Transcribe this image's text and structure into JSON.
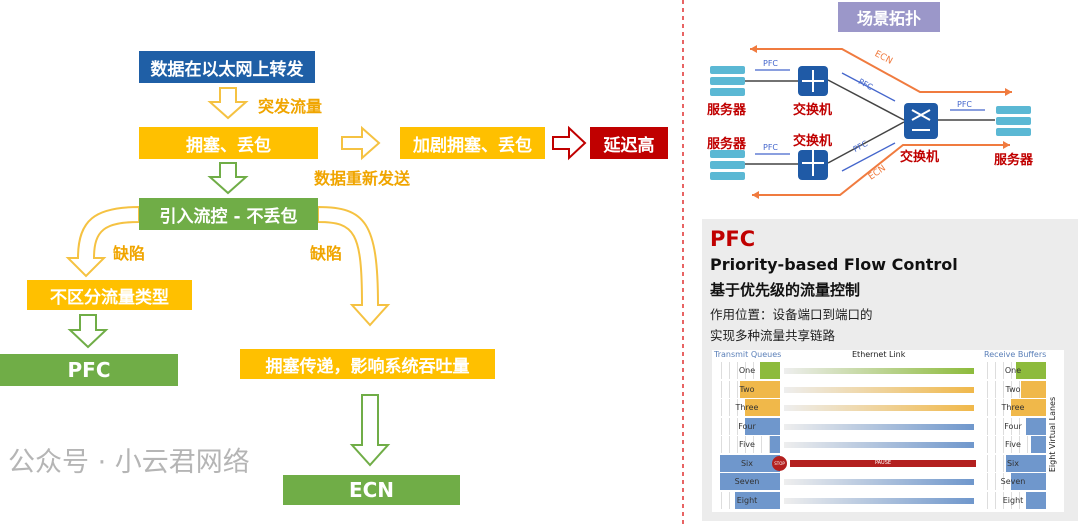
{
  "flow": {
    "start": "数据在以太网上转发",
    "burst": "突发流量",
    "congestion": "拥塞、丢包",
    "worse": "加剧拥塞、丢包",
    "latency": "延迟高",
    "resend": "数据重新发送",
    "flowctrl": "引入流控 - 不丢包",
    "defect_left": "缺陷",
    "defect_right": "缺陷",
    "no_class": "不区分流量类型",
    "pfc": "PFC",
    "spread": "拥塞传递，影响系统吞吐量",
    "ecn": "ECN"
  },
  "topology": {
    "title": "场景拓扑",
    "server": "服务器",
    "switch": "交换机",
    "pfc": "PFC",
    "ecn": "ECN"
  },
  "pfc_panel": {
    "title": "PFC",
    "subtitle": "Priority-based Flow Control",
    "cn_title": "基于优先级的流量控制",
    "desc1": "作用位置：设备端口到端口的",
    "desc2": "实现多种流量共享链路",
    "tx": "Transmit Queues",
    "link": "Ethernet Link",
    "rx": "Receive Buffers",
    "side": "Eight Virtual Lanes",
    "stop": "STOP",
    "pause": "PAUSE",
    "lanes": [
      "One",
      "Two",
      "Three",
      "Four",
      "Five",
      "Six",
      "Seven",
      "Eight"
    ],
    "colors": {
      "green": "#8dbb3c",
      "yellow": "#f0b84a",
      "blue": "#6f97cc",
      "red": "#b3201f"
    }
  },
  "watermark": "公众号 · 小云君网络"
}
